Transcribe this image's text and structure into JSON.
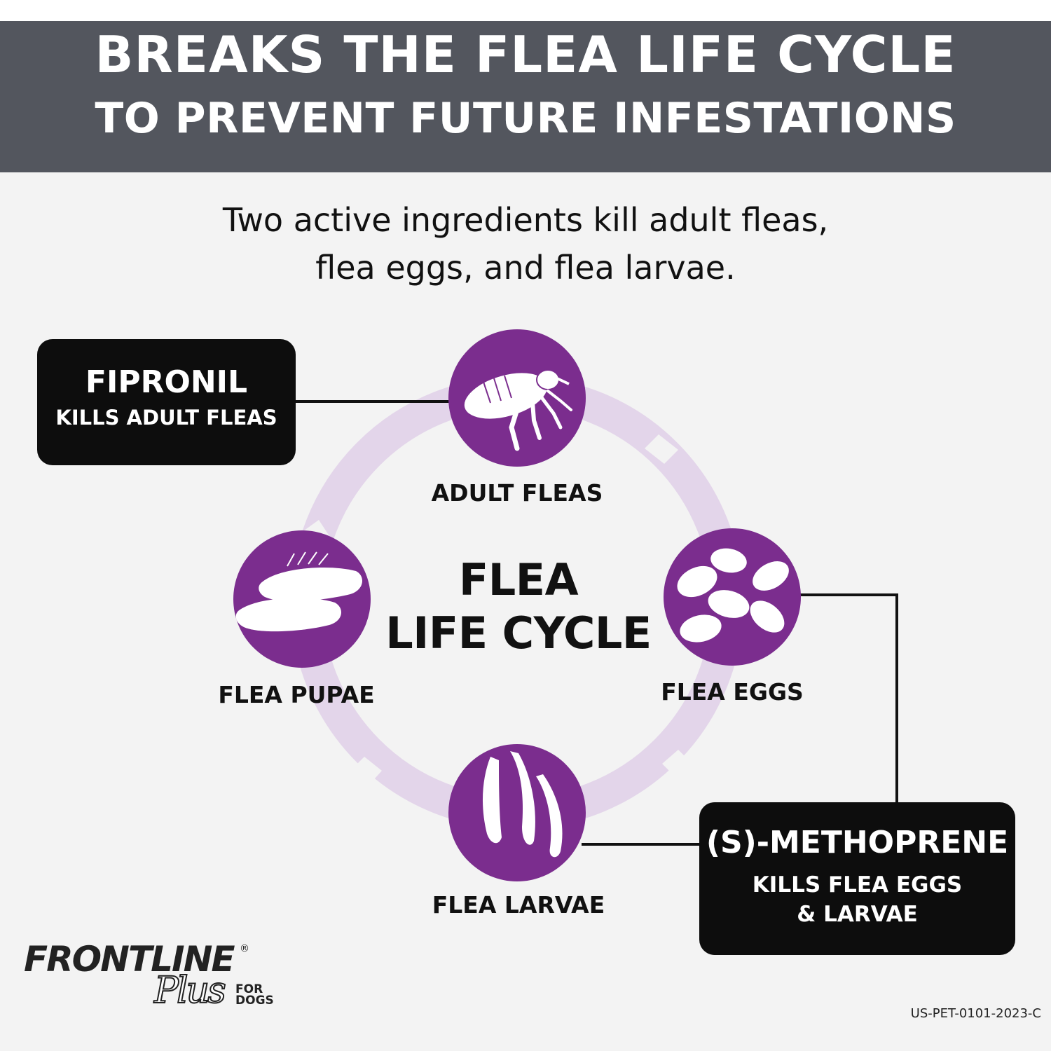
{
  "banner": {
    "line1": "BREAKS THE FLEA LIFE CYCLE",
    "line2": "TO PREVENT FUTURE INFESTATIONS"
  },
  "subtitle": {
    "line1": "Two active ingredients kill adult fleas,",
    "line2": "flea eggs, and flea larvae."
  },
  "cycle": {
    "title_line1": "FLEA",
    "title_line2": "LIFE CYCLE",
    "stages": {
      "adult": "ADULT FLEAS",
      "eggs": "FLEA EGGS",
      "larvae": "FLEA LARVAE",
      "pupae": "FLEA PUPAE"
    }
  },
  "callouts": {
    "fipronil": {
      "title": "FIPRONIL",
      "subtitle": "KILLS ADULT FLEAS"
    },
    "methoprene": {
      "title": "(S)-METHOPRENE",
      "subtitle_line1": "KILLS FLEA EGGS",
      "subtitle_line2": "& LARVAE"
    }
  },
  "brand": {
    "name": "FRONTLINE",
    "registered": "®",
    "plus": "Plus",
    "for": "FOR",
    "dogs": "DOGS"
  },
  "legal_code": "US-PET-0101-2023-C",
  "colors": {
    "banner_bg": "#53565e",
    "purple": "#7b2d8e",
    "ring": "#e3d5ea",
    "callout_bg": "#0d0d0d",
    "page_bg": "#f3f3f3"
  },
  "icons": [
    "flea-icon",
    "eggs-icon",
    "larvae-icon",
    "pupae-icon"
  ]
}
